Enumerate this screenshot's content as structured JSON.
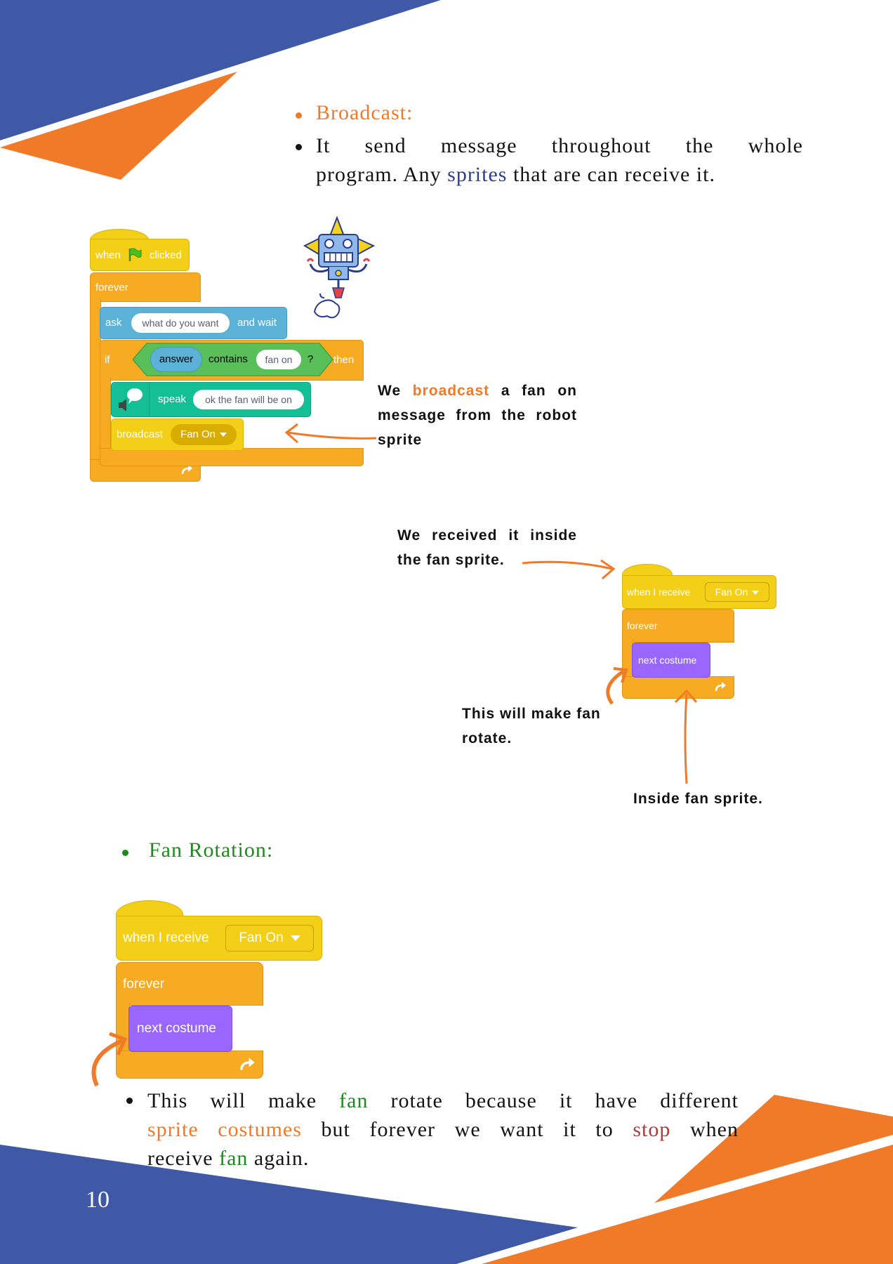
{
  "broadcast_section": {
    "heading": "Broadcast:",
    "bullet_line1": "It send message throughout the whole",
    "bullet_line2_pre": "program. Any ",
    "bullet_line2_highlight": "sprites",
    "bullet_line2_post": " that are can receive it."
  },
  "robot_script": {
    "hat_when": "when",
    "hat_clicked": "clicked",
    "forever": "forever",
    "ask": "ask",
    "ask_input": "what do you want",
    "and_wait": "and wait",
    "if": "if",
    "answer": "answer",
    "contains": "contains",
    "contains_input": "fan on",
    "question_mark": "?",
    "then": "then",
    "speak": "speak",
    "speak_input": "ok the fan will be on",
    "broadcast": "broadcast",
    "broadcast_message": "Fan On"
  },
  "note_broadcast": {
    "pre": "We ",
    "highlight": "broadcast",
    "post": " a fan on message from the robot sprite"
  },
  "note_received": "We received it inside the fan sprite.",
  "fan_script_small": {
    "when_i_receive": "when I receive",
    "message": "Fan On",
    "forever": "forever",
    "next_costume": "next costume"
  },
  "note_rotate": "This will make fan rotate.",
  "note_inside": "Inside fan sprite.",
  "fan_rotation_section": {
    "heading": "Fan Rotation:"
  },
  "fan_script_large": {
    "when_i_receive": "when I receive",
    "message": "Fan On",
    "forever": "forever",
    "next_costume": "next costume"
  },
  "bottom_paragraph": {
    "w1": "This will make ",
    "fan1": "fan",
    "w2": " rotate because it have different",
    "sprite_costumes": "sprite costumes",
    "w3": " but forever we want it to ",
    "stop": "stop",
    "w4": " when",
    "w5": "receive ",
    "fan2": "fan",
    "w6": " again."
  },
  "page_number": "10",
  "colors": {
    "blue": "#3f59a6",
    "orange": "#f07a28",
    "green": "#1d8a1d",
    "sprite_blue": "#2c3e8c",
    "stop_red": "#b03a3a"
  }
}
